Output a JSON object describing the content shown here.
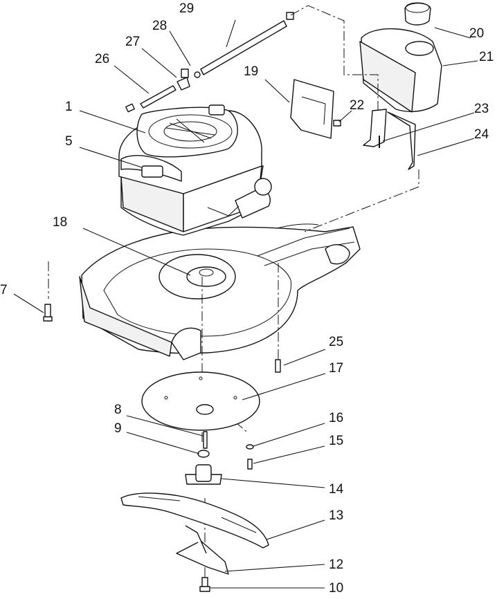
{
  "diagram": {
    "callouts": [
      {
        "id": "c1",
        "text": "1"
      },
      {
        "id": "c5",
        "text": "5"
      },
      {
        "id": "c7",
        "text": "7"
      },
      {
        "id": "c8",
        "text": "8"
      },
      {
        "id": "c9",
        "text": "9"
      },
      {
        "id": "c10",
        "text": "10"
      },
      {
        "id": "c12",
        "text": "12"
      },
      {
        "id": "c13",
        "text": "13"
      },
      {
        "id": "c14",
        "text": "14"
      },
      {
        "id": "c15",
        "text": "15"
      },
      {
        "id": "c16",
        "text": "16"
      },
      {
        "id": "c17",
        "text": "17"
      },
      {
        "id": "c18",
        "text": "18"
      },
      {
        "id": "c19",
        "text": "19"
      },
      {
        "id": "c20",
        "text": "20"
      },
      {
        "id": "c21",
        "text": "21"
      },
      {
        "id": "c22",
        "text": "22"
      },
      {
        "id": "c23",
        "text": "23"
      },
      {
        "id": "c24",
        "text": "24"
      },
      {
        "id": "c25",
        "text": "25"
      },
      {
        "id": "c26",
        "text": "26"
      },
      {
        "id": "c27",
        "text": "27"
      },
      {
        "id": "c28",
        "text": "28"
      },
      {
        "id": "c29",
        "text": "29"
      }
    ]
  }
}
